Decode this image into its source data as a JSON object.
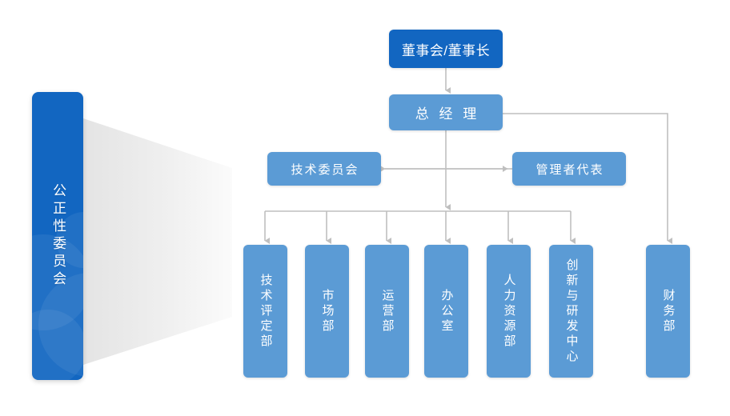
{
  "diagram": {
    "title_side_panel": "公正性委员会",
    "colors": {
      "dark_blue": "#1266c1",
      "light_blue": "#5b9bd5",
      "connector_gray": "#bfbfbf",
      "wedge_gray": "#eeeeee",
      "background": "#ffffff"
    },
    "nodes": {
      "board": "董事会/董事长",
      "general_manager": "总 经 理",
      "tech_committee": "技术委员会",
      "management_rep": "管理者代表"
    },
    "departments": [
      {
        "label": "技术评定部"
      },
      {
        "label": "市场部"
      },
      {
        "label": "运营部"
      },
      {
        "label": "办公室"
      },
      {
        "label": "人力资源部"
      },
      {
        "label": "创新与研发中心"
      }
    ],
    "finance": {
      "label": "财务部"
    }
  }
}
